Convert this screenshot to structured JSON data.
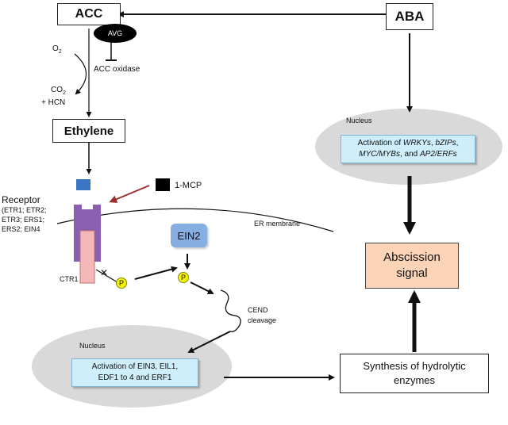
{
  "nodes": {
    "acc": "ACC",
    "aba": "ABA",
    "avg": "AVG",
    "acc_oxidase": "ACC oxidase",
    "o2": "O",
    "o2_sub": "2",
    "co2": "CO",
    "co2_sub": "2",
    "hcn": "+ HCN",
    "ethylene": "Ethylene",
    "one_mcp": "1-MCP",
    "receptor_title": "Receptor",
    "receptor_lines": [
      "(ETR1; ETR2;",
      "ETR3; ERS1;",
      "ERS2; EIN4"
    ],
    "er_membrane": "ER membrane",
    "ein2": "EIN2",
    "ctr1": "CTR1",
    "p1": "P",
    "p2": "P",
    "cend_1": "CEND",
    "cend_2": "cleavage",
    "nucleus_top": "Nucleus",
    "nucleus_bottom": "Nucleus",
    "activation_top_pre": "Activation of ",
    "activation_top_i1": "WRKYs",
    "activation_top_mid1": ", ",
    "activation_top_i2": "bZIPs",
    "activation_top_mid2": ",",
    "activation_top_i3": "MYC/MYBs",
    "activation_top_mid3": ", and ",
    "activation_top_i4": "AP2/ERFs",
    "activation_bottom_1": "Activation of EIN3, EIL1,",
    "activation_bottom_2": "EDF1 to 4 and ERF1",
    "abscission_1": "Abscission",
    "abscission_2": "signal",
    "synthesis_1": "Synthesis of hydrolytic",
    "synthesis_2": "enzymes",
    "cross": "✕"
  },
  "colors": {
    "nucleus_fill": "#d9d9d9",
    "blue_box": "#cfeefb",
    "peach_box": "#fbd4b8",
    "receptor_purple": "#8a5fb0",
    "ctr1_pink": "#f5b8b8",
    "ethylene_square": "#3a75c4",
    "mcp_square": "#000000",
    "mcp_arrow": "#9b2f2f",
    "ein2_blue": "#86aee0",
    "phospho_yellow": "#f4f20a"
  }
}
